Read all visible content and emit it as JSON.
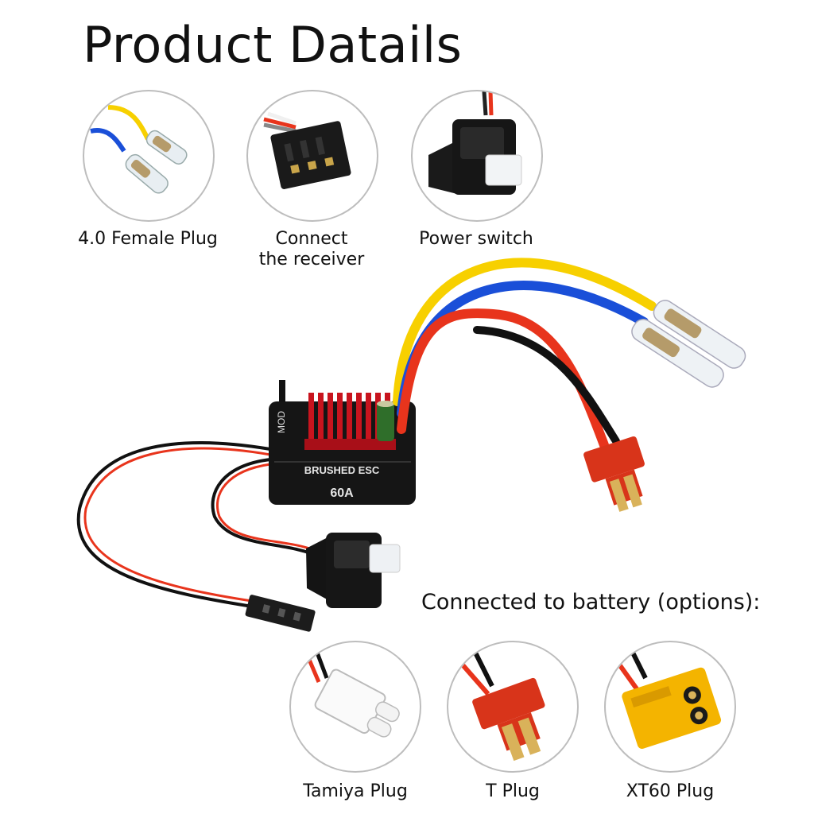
{
  "title": "Product Datails",
  "top_items": [
    {
      "label": "4.0 Female Plug"
    },
    {
      "label_line1": "Connect",
      "label_line2": "the receiver"
    },
    {
      "label": "Power switch"
    }
  ],
  "battery_heading": "Connected to battery (options):",
  "bottom_items": [
    {
      "label": "Tamiya Plug"
    },
    {
      "label": "T Plug"
    },
    {
      "label": "XT60 Plug"
    }
  ],
  "esc": {
    "label": "BRUSHED ESC",
    "rating": "60A",
    "logo_text": "MOD"
  },
  "colors": {
    "wire_yellow": "#f7d000",
    "wire_blue": "#1a4fd8",
    "wire_red": "#e8341c",
    "wire_black": "#111111",
    "heatsink_red": "#c8141e",
    "connector_xt60": "#f4b400",
    "connector_t": "#d8341a"
  }
}
